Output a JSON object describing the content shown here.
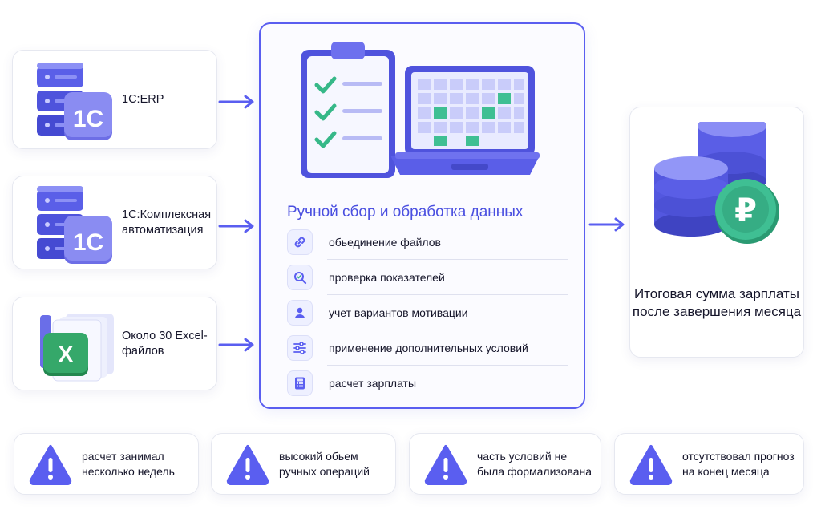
{
  "sources": [
    {
      "label": "1C:ERP",
      "icon": "server-1c-icon"
    },
    {
      "label": "1С:Комплексная автоматизация",
      "icon": "server-1c-icon"
    },
    {
      "label": "Около 30 Excel-файлов",
      "icon": "excel-files-icon"
    }
  ],
  "process": {
    "title": "Ручной сбор и обработка данных",
    "steps": [
      {
        "label": "обьединение файлов",
        "icon": "link-icon"
      },
      {
        "label": "проверка показателей",
        "icon": "magnifier-icon"
      },
      {
        "label": "учет вариантов мотивации",
        "icon": "person-icon"
      },
      {
        "label": "применение дополнительных условий",
        "icon": "sliders-icon"
      },
      {
        "label": "расчет зарплаты",
        "icon": "calculator-icon"
      }
    ]
  },
  "result": {
    "label": "Итоговая сумма зарплаты после завершения месяца",
    "icon": "ruble-coins-icon"
  },
  "issues": [
    {
      "label": "расчет занимал несколько недель",
      "icon": "warning-icon"
    },
    {
      "label": "высокий обьем ручных операций",
      "icon": "warning-icon"
    },
    {
      "label": "часть условий не была формализована",
      "icon": "warning-icon"
    },
    {
      "label": "отсутствовал прогноз на конец месяца",
      "icon": "warning-icon"
    }
  ],
  "colors": {
    "accent": "#5a5ef0",
    "icon_blue": "#5b5fe6",
    "green": "#3bb58a",
    "excel_green": "#2e9e5f"
  }
}
